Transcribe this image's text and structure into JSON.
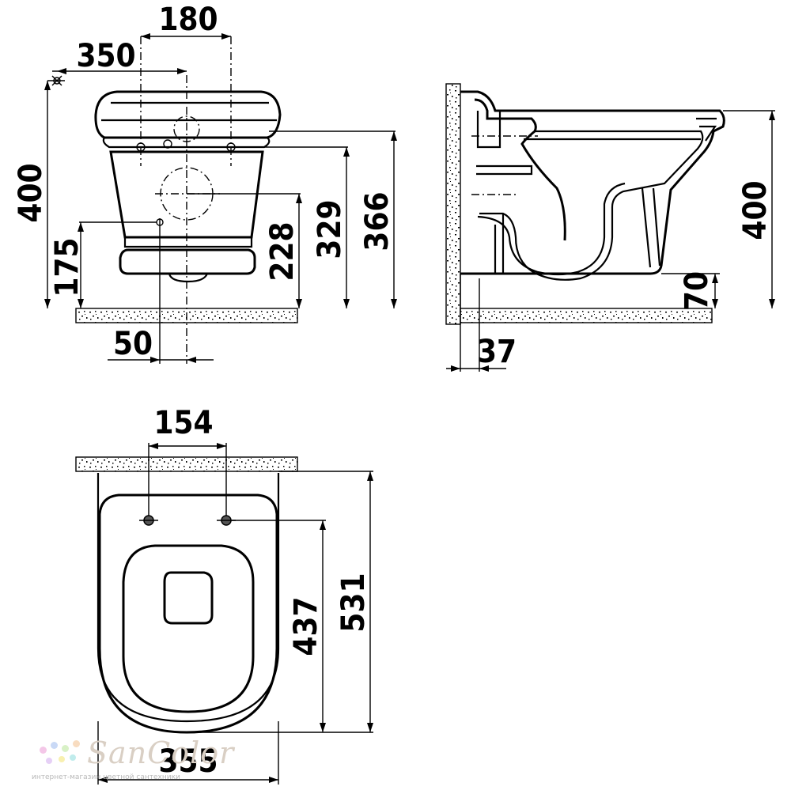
{
  "diagram": {
    "front_view": {
      "dimensions": {
        "top_width": "180",
        "half_width": "350",
        "total_height": "400",
        "inlet_height": "175",
        "outlet_height": "228",
        "bolt_height": "329",
        "top_height": "366",
        "inlet_offset": "50"
      }
    },
    "side_view": {
      "dimensions": {
        "height": "400",
        "bottom_gap": "70",
        "wall_gap": "37"
      }
    },
    "top_view": {
      "dimensions": {
        "bolt_spacing": "154",
        "bolt_to_front": "437",
        "depth": "531",
        "width": "355"
      }
    }
  },
  "watermark": {
    "brand": "SanColor",
    "tagline": "интернет-магазин цветной сантехники"
  }
}
